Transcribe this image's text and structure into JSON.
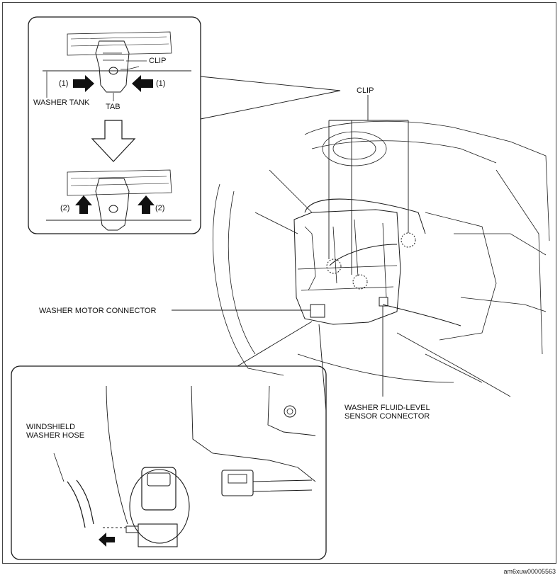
{
  "labels": {
    "clip_top": "CLIP",
    "clip_inset": "CLIP",
    "step1_left": "(1)",
    "step1_right": "(1)",
    "washer_tank": "WASHER TANK",
    "tab": "TAB",
    "step2_left": "(2)",
    "step2_right": "(2)",
    "washer_motor_connector": "WASHER MOTOR CONNECTOR",
    "windshield_washer_hose": "WINDSHIELD\nWASHER HOSE",
    "fluid_level_sensor_connector": "WASHER FLUID-LEVEL\nSENSOR CONNECTOR"
  },
  "figure_code": "am6xuw00005563",
  "colors": {
    "line": "#1a1a1a",
    "arrow": "#111111",
    "background": "#ffffff"
  }
}
